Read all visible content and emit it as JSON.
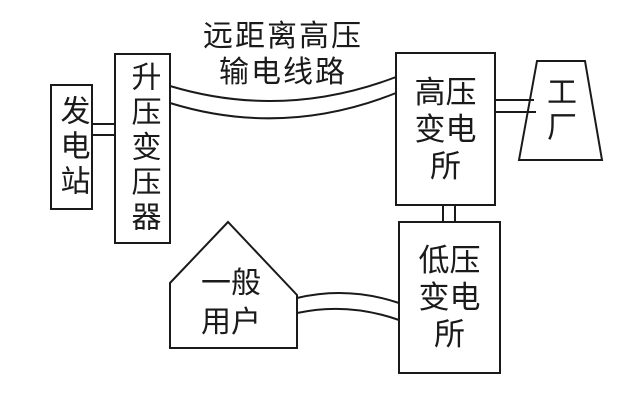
{
  "diagram": {
    "background": "#ffffff",
    "stroke_color": "#1a1a1a",
    "transmission_label": "远距离高压\n输电线路",
    "nodes": {
      "power_station": {
        "label": "发电站"
      },
      "step_up_transformer": {
        "label": "升压变压器"
      },
      "hv_substation": {
        "label": "高压\n变电\n所"
      },
      "factory": {
        "label": "工厂"
      },
      "lv_substation": {
        "label": "低压\n变电\n所"
      },
      "general_users": {
        "label": "一般\n用户"
      }
    }
  }
}
